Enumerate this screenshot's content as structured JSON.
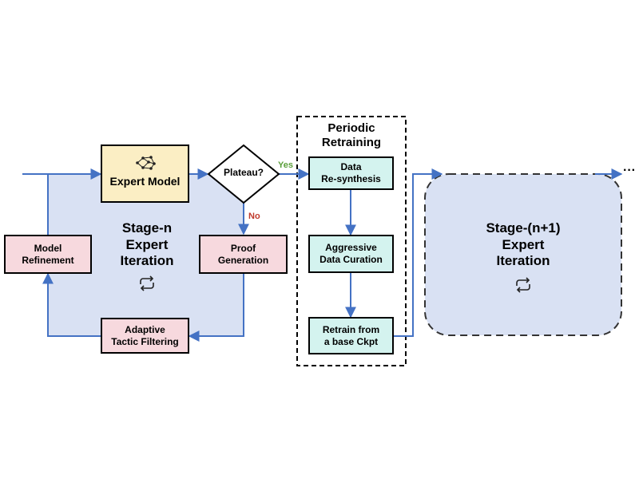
{
  "stage_n": {
    "title_line1": "Stage-n",
    "title_line2": "Expert",
    "title_line3": "Iteration"
  },
  "stage_n1": {
    "title_line1": "Stage-(n+1)",
    "title_line2": "Expert",
    "title_line3": "Iteration"
  },
  "expert_model": {
    "label": "Expert Model"
  },
  "decision": {
    "label": "Plateau?",
    "yes": "Yes",
    "no": "No"
  },
  "model_refinement": {
    "line1": "Model",
    "line2": "Refinement"
  },
  "proof_generation": {
    "line1": "Proof",
    "line2": "Generation"
  },
  "adaptive_filtering": {
    "line1": "Adaptive",
    "line2": "Tactic Filtering"
  },
  "retraining": {
    "title_line1": "Periodic",
    "title_line2": "Retraining",
    "data_resynthesis": {
      "line1": "Data",
      "line2": "Re-synthesis"
    },
    "data_curation": {
      "line1": "Aggressive",
      "line2": "Data Curation"
    },
    "retrain": {
      "line1": "Retrain from",
      "line2": "a base Ckpt"
    }
  },
  "continuation": "···",
  "icons": [
    "brain-network-icon",
    "cycle-icon"
  ],
  "colors": {
    "arrow": "#4472c4",
    "stage_fill": "#d9e1f3",
    "pink_box": "#f7d9de",
    "cyan_box": "#d4f3ef",
    "yellow_box": "#fbeec4",
    "yes": "#5a9e3a",
    "no": "#c0392b"
  }
}
